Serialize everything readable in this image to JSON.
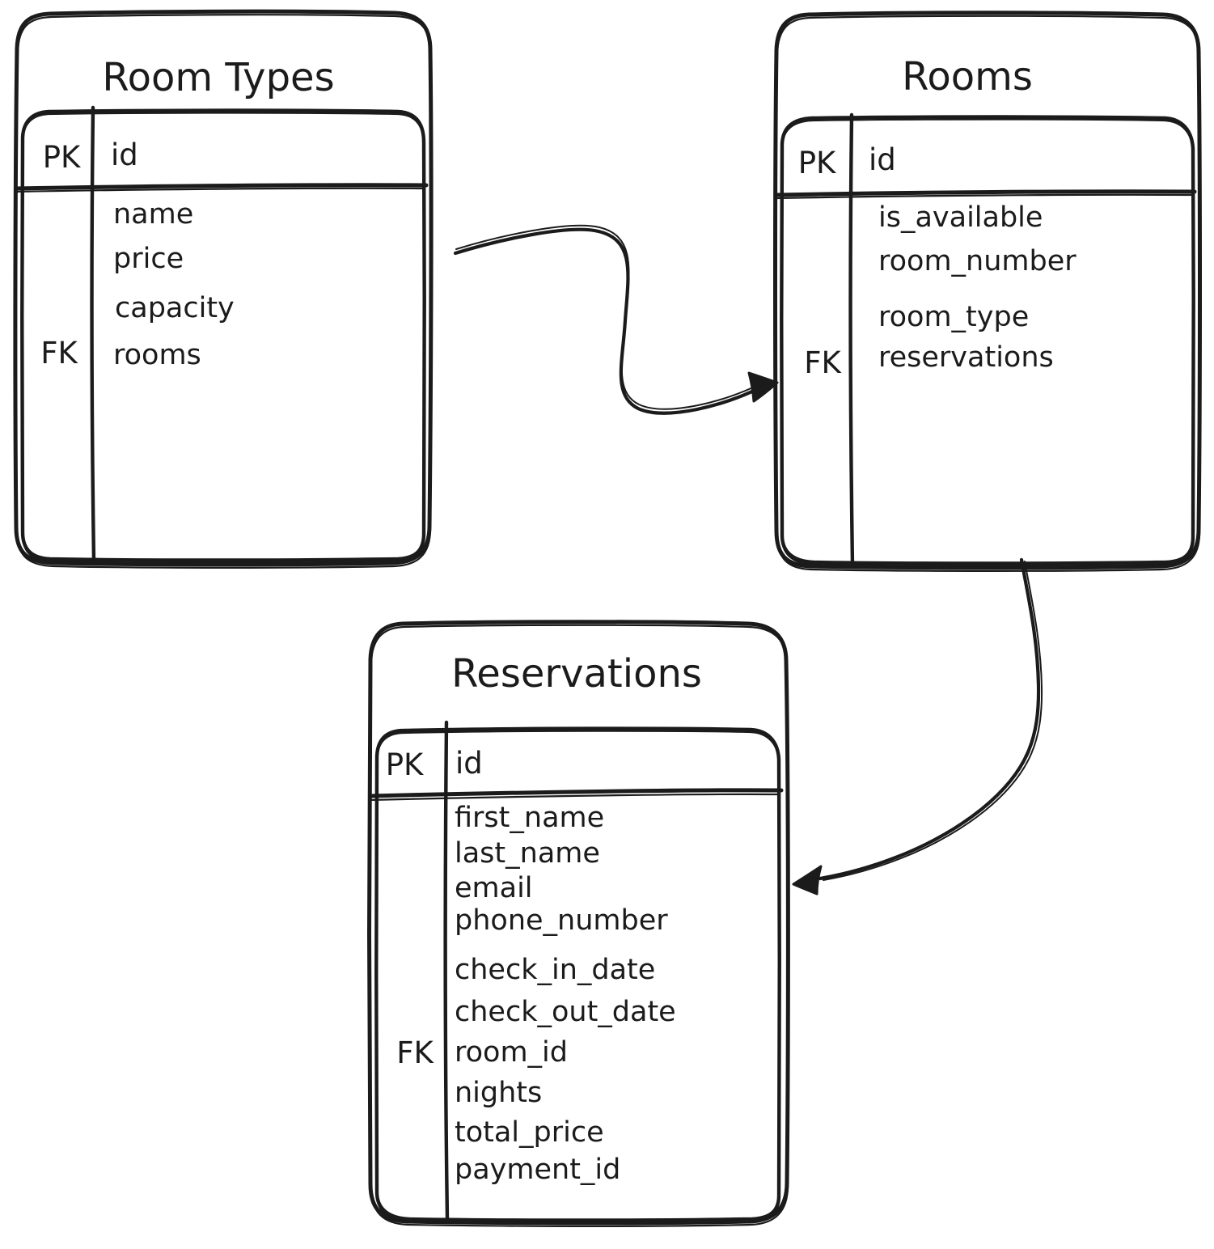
{
  "canvas": {
    "background": "#ffffff",
    "stroke_color": "#1b1b1b",
    "style": "hand-drawn-er-diagram"
  },
  "tables": [
    {
      "title": "Room Types",
      "header": {
        "key": "PK",
        "field": "id"
      },
      "rows": [
        {
          "key": "",
          "field": "name"
        },
        {
          "key": "",
          "field": "price"
        },
        {
          "key": "",
          "field": "capacity"
        },
        {
          "key": "FK",
          "field": "rooms"
        }
      ]
    },
    {
      "title": "Rooms",
      "header": {
        "key": "PK",
        "field": "id"
      },
      "rows": [
        {
          "key": "",
          "field": "is_available"
        },
        {
          "key": "",
          "field": "room_number"
        },
        {
          "key": "",
          "field": "room_type"
        },
        {
          "key": "FK",
          "field": "reservations"
        }
      ]
    },
    {
      "title": "Reservations",
      "header": {
        "key": "PK",
        "field": "id"
      },
      "rows": [
        {
          "key": "",
          "field": "first_name"
        },
        {
          "key": "",
          "field": "last_name"
        },
        {
          "key": "",
          "field": "email"
        },
        {
          "key": "",
          "field": "phone_number"
        },
        {
          "key": "",
          "field": "check_in_date"
        },
        {
          "key": "",
          "field": "check_out_date"
        },
        {
          "key": "FK",
          "field": "room_id"
        },
        {
          "key": "",
          "field": "nights"
        },
        {
          "key": "",
          "field": "total_price"
        },
        {
          "key": "",
          "field": "payment_id"
        }
      ]
    }
  ],
  "relationships": [
    {
      "from": "Room Types",
      "to": "Rooms"
    },
    {
      "from": "Rooms",
      "to": "Reservations"
    }
  ]
}
